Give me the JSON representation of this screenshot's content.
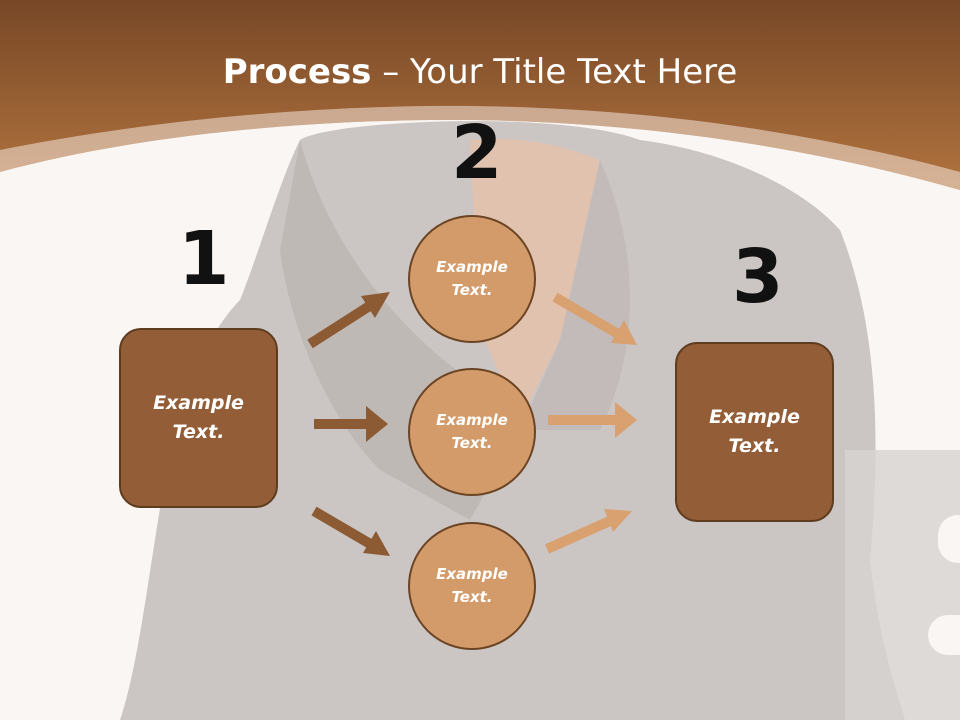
{
  "title": {
    "bold": "Process",
    "rest": " – Your Title Text Here"
  },
  "steps": [
    {
      "number": "1",
      "text_line1": "Example",
      "text_line2": "Text."
    },
    {
      "number": "2"
    },
    {
      "number": "3",
      "text_line1": "Example",
      "text_line2": "Text."
    }
  ],
  "circles": [
    {
      "text_line1": "Example",
      "text_line2": "Text."
    },
    {
      "text_line1": "Example",
      "text_line2": "Text."
    },
    {
      "text_line1": "Example",
      "text_line2": "Text."
    }
  ],
  "colors": {
    "header_dark": "#7a4a28",
    "header_light": "#b07040",
    "box_fill": "#935e37",
    "circle_fill": "#d39b69",
    "arrow_dark": "#8c5a33",
    "arrow_light": "#d9a070"
  }
}
